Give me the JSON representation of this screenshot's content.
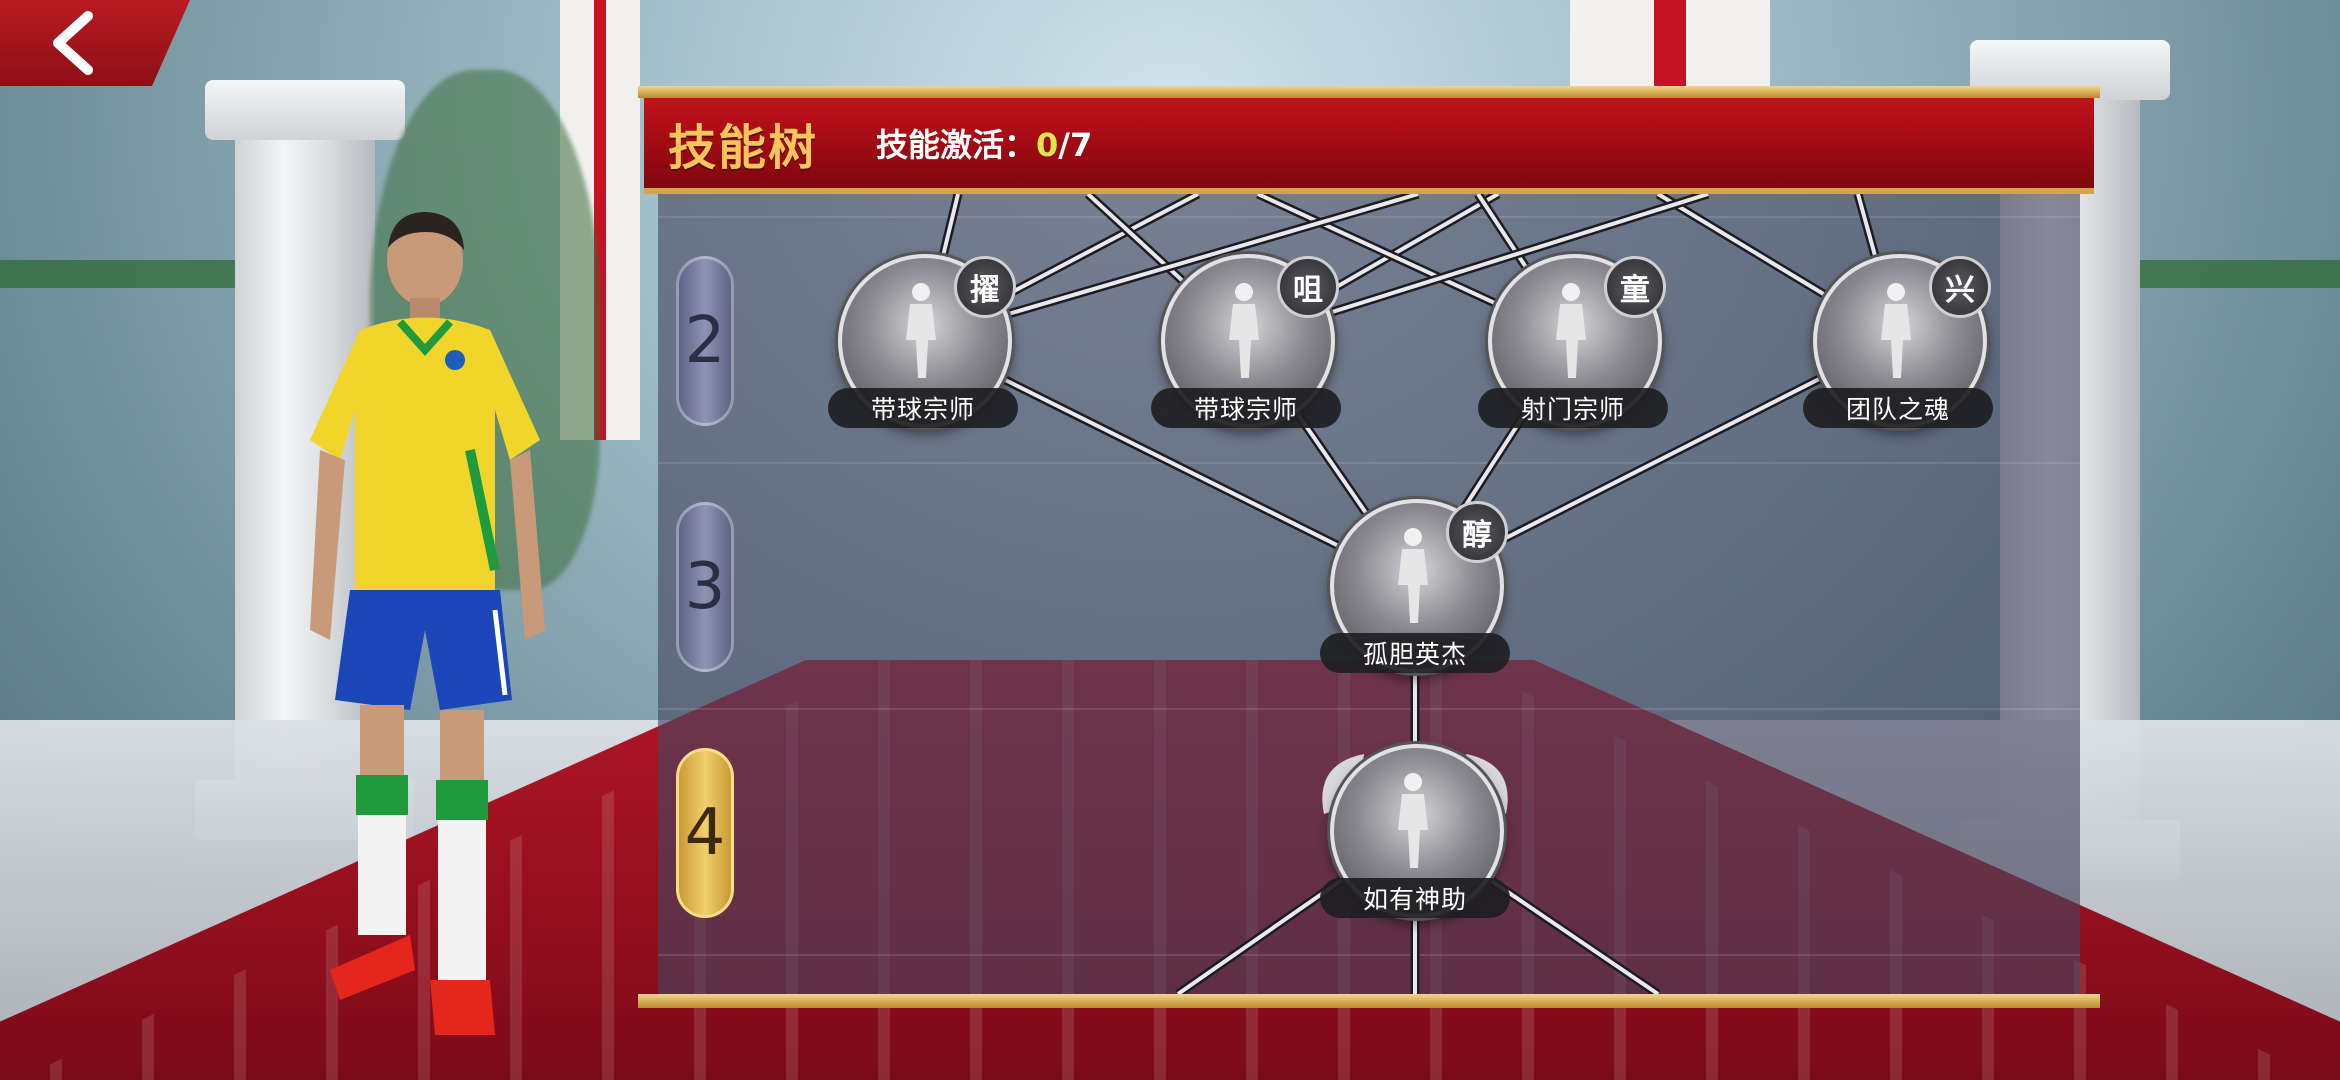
{
  "panel": {
    "title": "技能树",
    "activation_label": "技能激活：",
    "activation_current": "0",
    "activation_total": "/7"
  },
  "tiers": [
    {
      "label": "2",
      "active": false
    },
    {
      "label": "3",
      "active": false
    },
    {
      "label": "4",
      "active": true
    }
  ],
  "skills": [
    {
      "id": "skill-1",
      "name": "带球宗师",
      "badge": "擢",
      "tier": 2
    },
    {
      "id": "skill-2",
      "name": "带球宗师",
      "badge": "咀",
      "tier": 2
    },
    {
      "id": "skill-3",
      "name": "射门宗师",
      "badge": "童",
      "tier": 2
    },
    {
      "id": "skill-4",
      "name": "团队之魂",
      "badge": "兴",
      "tier": 2
    },
    {
      "id": "skill-5",
      "name": "孤胆英杰",
      "badge": "醇",
      "tier": 3
    },
    {
      "id": "skill-6",
      "name": "如有神助",
      "badge": "",
      "tier": 4
    }
  ],
  "icons": {
    "back": "back-chevron-icon"
  },
  "colors": {
    "header_red": "#9c0a12",
    "title_gold": "#f6c55c",
    "activation_green": "#d9e84a",
    "tier_active": "#f2cf6d"
  }
}
